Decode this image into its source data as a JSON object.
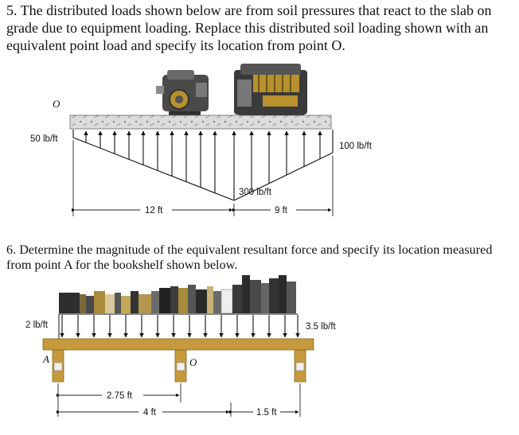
{
  "problem5": {
    "text": "5. The distributed loads shown below are from soil pressures that react to the slab on grade due to equipment loading. Replace this distributed soil loading shown with an equivalent point load and specify its location from point O.",
    "figure": {
      "point_label": "O",
      "left_load": "50 lb/ft",
      "middle_load": "300 lb/ft",
      "right_load": "100 lb/ft",
      "left_span": "12 ft",
      "right_span": "9 ft"
    }
  },
  "problem6": {
    "text": "6. Determine the magnitude of the equivalent resultant force and specify its location measured from point A for the bookshelf shown below.",
    "figure": {
      "point_a": "A",
      "point_o": "O",
      "left_load": "2 lb/ft",
      "right_load": "3.5 lb/ft",
      "dim_a": "2.75 ft",
      "dim_b": "4 ft",
      "dim_c": "1.5 ft"
    }
  },
  "colors": {
    "shelf_wood": "#c69a3c",
    "slab_gray": "#d4d4d4",
    "engine_dark": "#3a3a3a",
    "engine_gold": "#b8902e"
  }
}
